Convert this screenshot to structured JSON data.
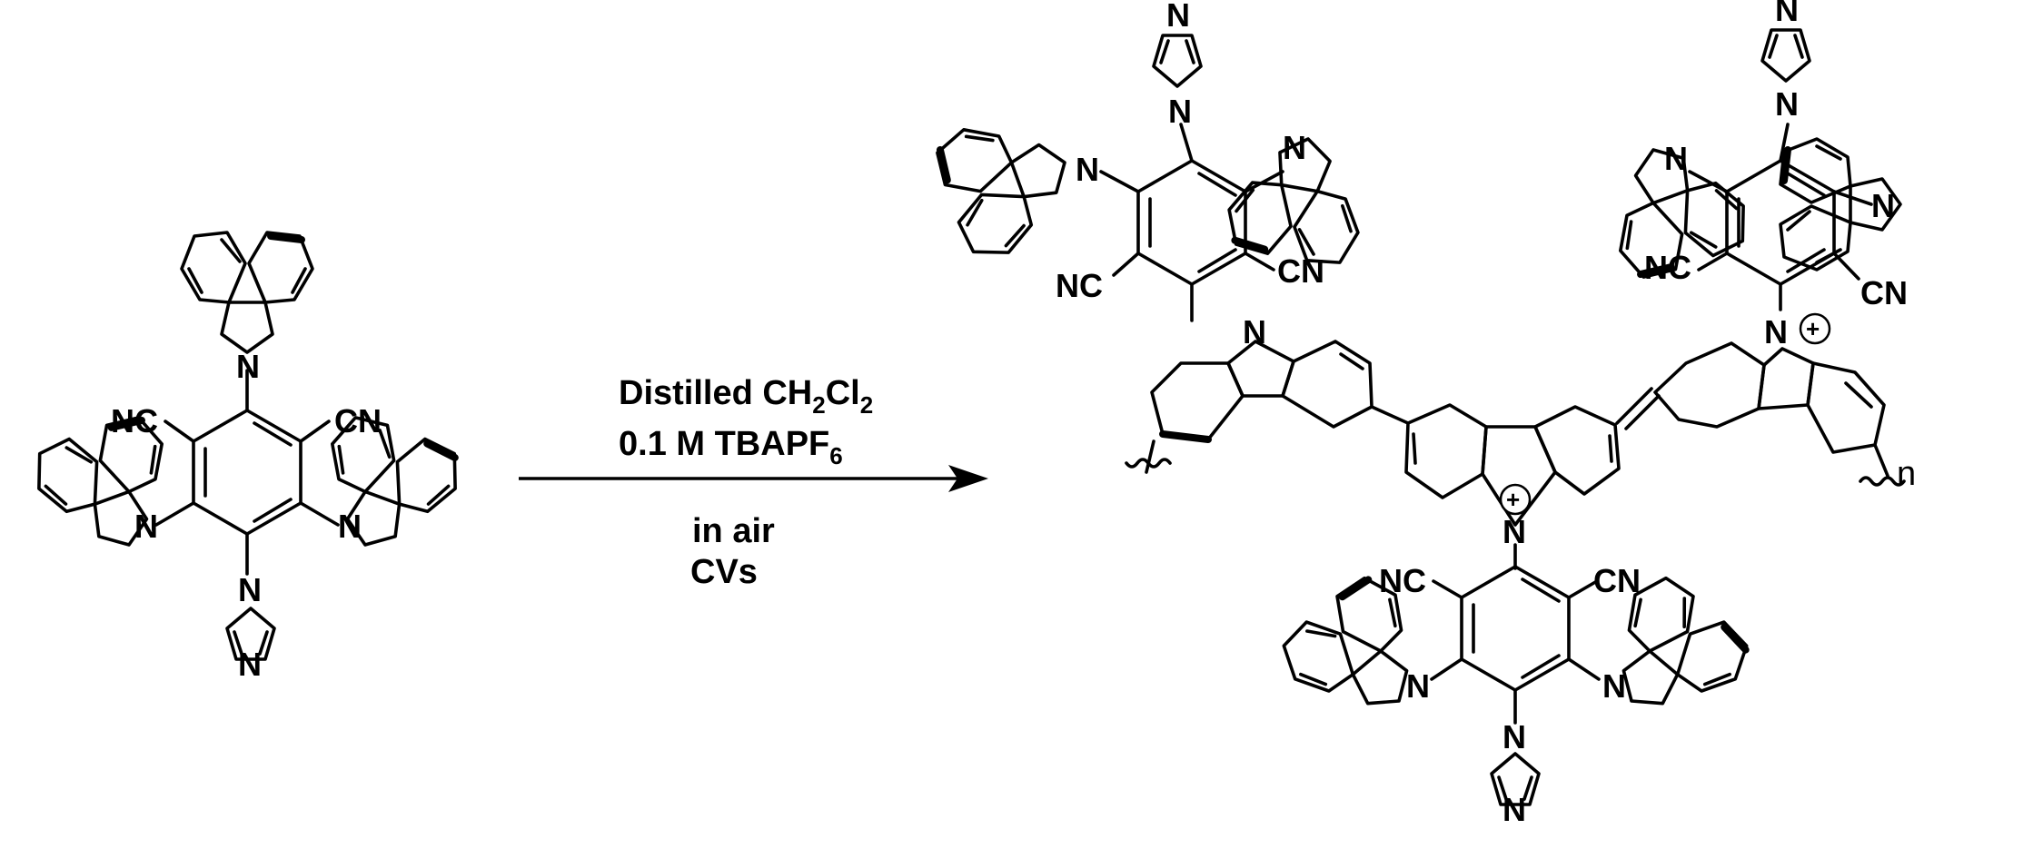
{
  "reagent": {
    "atoms": {
      "N": "N",
      "CN_left": "NC",
      "CN_right": "CN"
    }
  },
  "conditions": {
    "solvent_prefix": "Distilled CH",
    "solvent_sub1": "2",
    "solvent_mid": "Cl",
    "solvent_sub2": "2",
    "electrolyte_prefix": "0.1 M TBAPF",
    "electrolyte_sub": "6",
    "atmosphere": "in air",
    "method": "CVs"
  },
  "product": {
    "atoms": {
      "N": "N",
      "CN_left": "NC",
      "CN_right": "CN"
    },
    "charge": "+",
    "repeat_label": "n"
  }
}
